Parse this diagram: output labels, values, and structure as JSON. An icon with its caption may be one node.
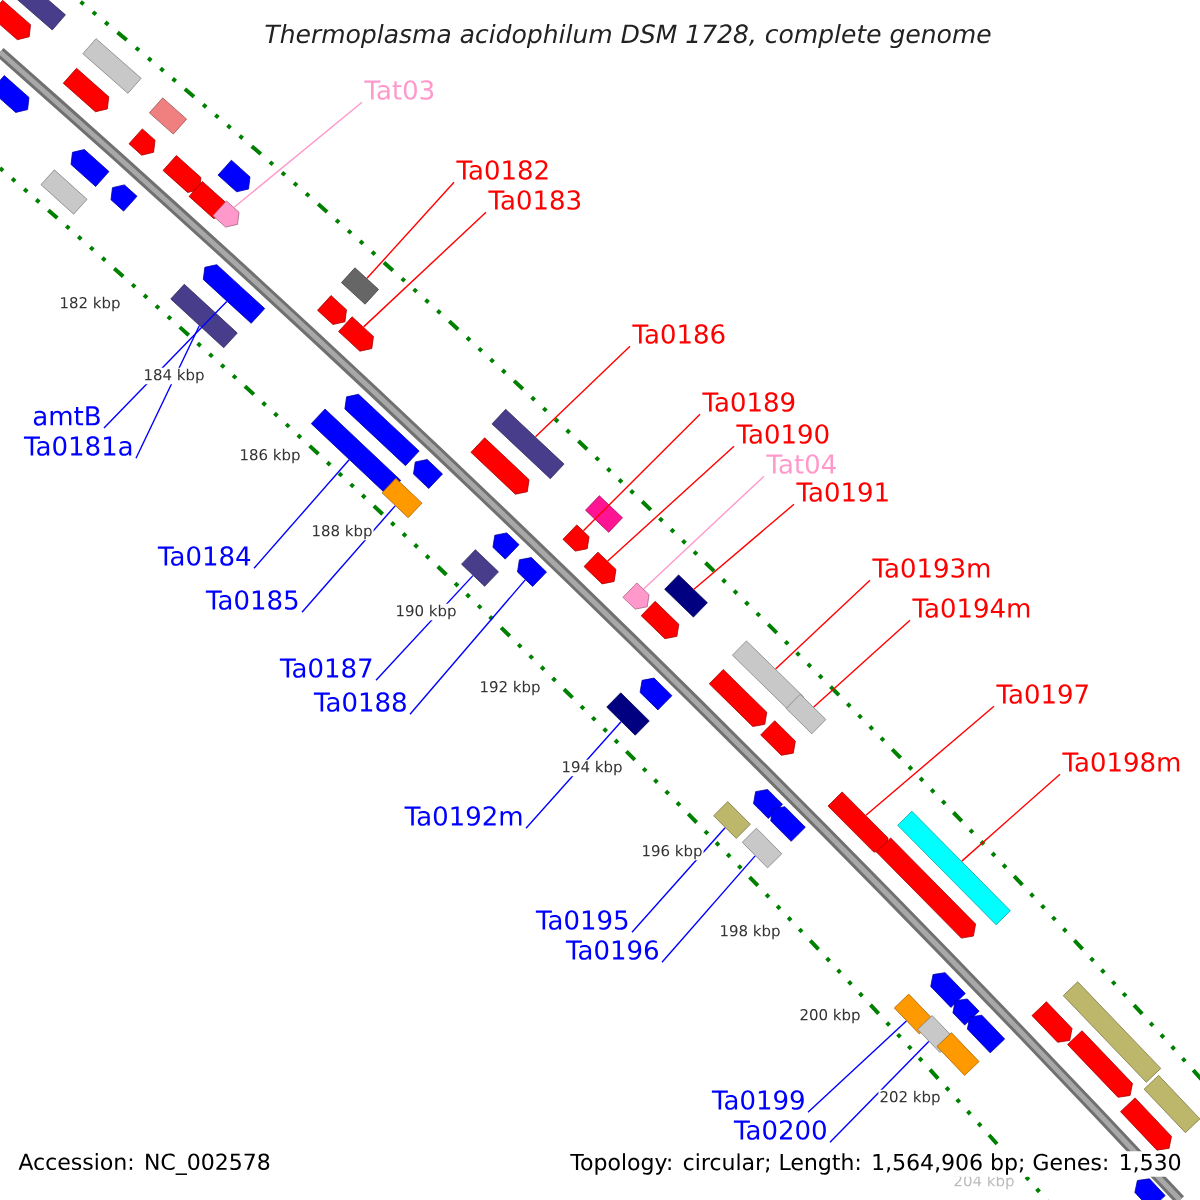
{
  "diagram": {
    "title": "Thermoplasma acidophilum DSM 1728, complete genome",
    "nodes": [
      {
        "text": [
          "Tat03"
        ]
      },
      {
        "text": [
          "Ta0182"
        ]
      },
      {
        "text": [
          "Ta0183"
        ]
      },
      {
        "text": [
          "Ta0186"
        ]
      },
      {
        "text": [
          "Ta0189"
        ]
      },
      {
        "text": [
          "amtB"
        ]
      },
      {
        "text": [
          "Ta0190"
        ]
      },
      {
        "text": [
          "Ta0181a"
        ]
      },
      {
        "text": [
          "Tat04"
        ]
      },
      {
        "text": [
          "Ta0191"
        ]
      },
      {
        "text": [
          "Ta0184"
        ]
      },
      {
        "text": [
          "Ta0193m"
        ]
      },
      {
        "text": [
          "Ta0185"
        ]
      },
      {
        "text": [
          "Ta0194m"
        ]
      },
      {
        "text": [
          "Ta0187"
        ]
      },
      {
        "text": [
          "Ta0197"
        ]
      },
      {
        "text": [
          "Ta0188"
        ]
      },
      {
        "text": [
          "Ta0198m"
        ]
      },
      {
        "text": [
          "Ta0192m"
        ]
      },
      {
        "text": [
          "Ta0195"
        ]
      },
      {
        "text": [
          "Ta0196"
        ]
      },
      {
        "text": [
          "Ta0199"
        ]
      },
      {
        "text": [
          "Ta0200"
        ]
      },
      {
        "text": [],
        "shape": "box"
      },
      {
        "text": [],
        "shape": "pentagon"
      },
      {
        "text": [],
        "shape": "pentagon"
      },
      {
        "text": [],
        "shape": "box"
      },
      {
        "text": [],
        "shape": "pentagon"
      },
      {
        "text": [],
        "shape": "box"
      },
      {
        "text": [],
        "shape": "pentagon"
      },
      {
        "text": [],
        "shape": "box"
      },
      {
        "text": [],
        "shape": "pentagon"
      },
      {
        "text": [],
        "shape": "pentagon"
      },
      {
        "text": [],
        "shape": "pentagon"
      },
      {
        "text": [],
        "shape": "pentagon"
      },
      {
        "text": [],
        "shape": "pentagon"
      },
      {
        "text": [],
        "shape": "pentagon"
      },
      {
        "text": [],
        "shape": "pentagon"
      },
      {
        "text": [],
        "shape": "box"
      },
      {
        "text": [],
        "shape": "pentagon"
      },
      {
        "text": [],
        "shape": "box"
      },
      {
        "text": [],
        "shape": "pentagon"
      },
      {
        "text": [],
        "shape": "pentagon"
      },
      {
        "text": [],
        "shape": "box"
      },
      {
        "text": [],
        "shape": "pentagon"
      },
      {
        "text": [],
        "shape": "box"
      },
      {
        "text": [],
        "shape": "pentagon"
      },
      {
        "text": [],
        "shape": "box"
      },
      {
        "text": [],
        "shape": "pentagon"
      },
      {
        "text": [],
        "shape": "box"
      },
      {
        "text": [],
        "shape": "pentagon"
      },
      {
        "text": [],
        "shape": "box"
      },
      {
        "text": [],
        "shape": "pentagon"
      },
      {
        "text": [],
        "shape": "pentagon"
      },
      {
        "text": [],
        "shape": "pentagon"
      },
      {
        "text": [],
        "shape": "box"
      },
      {
        "text": [],
        "shape": "pentagon"
      },
      {
        "text": [],
        "shape": "pentagon"
      },
      {
        "text": [],
        "shape": "box"
      },
      {
        "text": [],
        "shape": "box"
      },
      {
        "text": [],
        "shape": "pentagon"
      },
      {
        "text": [],
        "shape": "box"
      },
      {
        "text": [],
        "shape": "pentagon"
      },
      {
        "text": [],
        "shape": "pentagon"
      },
      {
        "text": [],
        "shape": "box"
      },
      {
        "text": [],
        "shape": "pentagon"
      },
      {
        "text": [],
        "shape": "box"
      },
      {
        "text": [],
        "shape": "pentagon"
      },
      {
        "text": [],
        "shape": "box"
      },
      {
        "text": [],
        "shape": "pentagon"
      },
      {
        "text": [],
        "shape": "pentagon"
      },
      {
        "text": [],
        "shape": "box"
      },
      {
        "text": [],
        "shape": "pentagon"
      },
      {
        "text": [],
        "shape": "box"
      },
      {
        "text": [],
        "shape": "pentagon"
      },
      {
        "text": [],
        "shape": "box"
      },
      {
        "text": [],
        "shape": "pentagon"
      },
      {
        "text": [],
        "shape": "box"
      },
      {
        "text": [],
        "shape": "pentagon"
      },
      {
        "text": [],
        "shape": "box"
      },
      {
        "text": [],
        "shape": "pentagon"
      },
      {
        "text": [],
        "shape": "pentagon"
      }
    ],
    "edges": [
      {
        "from": 0,
        "to": 36,
        "arrow": "none",
        "color": "#ff99cc"
      },
      {
        "from": 1,
        "to": 40,
        "arrow": "none",
        "color": "#ff0000"
      },
      {
        "from": 2,
        "to": 41,
        "arrow": "none",
        "color": "#ff0000"
      },
      {
        "from": 3,
        "to": 47,
        "arrow": "none",
        "color": "#ff0000"
      },
      {
        "from": 4,
        "to": 52,
        "arrow": "none",
        "color": "#ff0000"
      },
      {
        "from": 5,
        "to": 37,
        "arrow": "none"
      },
      {
        "from": 6,
        "to": 53,
        "arrow": "none",
        "color": "#ff0000"
      },
      {
        "from": 7,
        "to": 38,
        "arrow": "none"
      },
      {
        "from": 8,
        "to": 54,
        "arrow": "none",
        "color": "#ff99cc"
      },
      {
        "from": 9,
        "to": 55,
        "arrow": "none",
        "color": "#ff0000"
      },
      {
        "from": 10,
        "to": 43,
        "arrow": "none"
      },
      {
        "from": 11,
        "to": 59,
        "arrow": "none",
        "color": "#ff0000"
      },
      {
        "from": 12,
        "to": 45,
        "arrow": "none"
      },
      {
        "from": 13,
        "to": 61,
        "arrow": "none",
        "color": "#ff0000"
      },
      {
        "from": 14,
        "to": 49,
        "arrow": "none"
      },
      {
        "from": 15,
        "to": 67,
        "arrow": "none",
        "color": "#ff0000"
      },
      {
        "from": 16,
        "to": 50,
        "arrow": "none"
      },
      {
        "from": 17,
        "to": 68,
        "arrow": "none",
        "color": "#ff0000"
      },
      {
        "from": 18,
        "to": 58,
        "arrow": "none"
      },
      {
        "from": 19,
        "to": 64,
        "arrow": "none"
      },
      {
        "from": 20,
        "to": 66,
        "arrow": "none"
      },
      {
        "from": 21,
        "to": 71,
        "arrow": "none"
      },
      {
        "from": 22,
        "to": 73,
        "arrow": "none"
      }
    ],
    "labels": [
      "182 kbp",
      "184 kbp",
      "186 kbp",
      "188 kbp",
      "190 kbp",
      "192 kbp",
      "194 kbp",
      "196 kbp",
      "198 kbp",
      "200 kbp",
      "202 kbp",
      "204 kbp",
      "Accession: NC_002578",
      "Topology: circular; Length: 1,564,906 bp; Genes: 1,530"
    ]
  }
}
